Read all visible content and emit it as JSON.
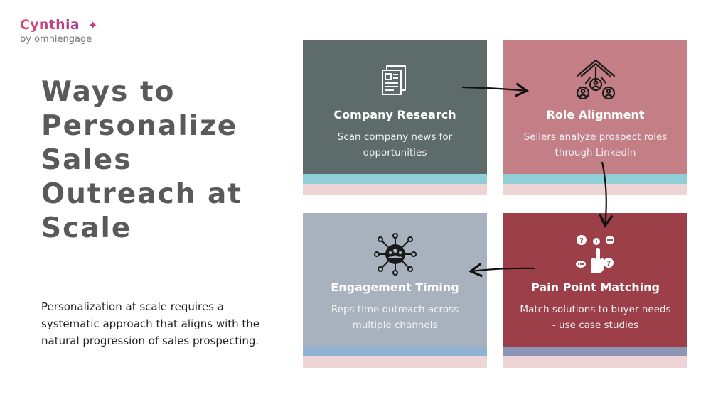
{
  "brand": {
    "name": "Cynthia",
    "sparkle": "✦",
    "tagline": "by omniengage"
  },
  "title_lines": [
    "Ways to",
    "Personalize",
    "Sales",
    "Outreach at",
    "Scale"
  ],
  "description": "Personalization at scale requires a systematic approach that aligns with the natural progression of sales prospecting.",
  "cards": [
    {
      "title": "Company Research",
      "text": "Scan company news for opportunities",
      "icon": "newspaper-icon",
      "colors": {
        "body": "#5d6b6a",
        "stripe": "#8ed0d6",
        "band": "#efd4d5"
      }
    },
    {
      "title": "Role Alignment",
      "text": "Sellers analyze prospect roles through LinkedIn",
      "icon": "org-hierarchy-icon",
      "colors": {
        "body": "#c47e86",
        "stripe": "#8ed0d6",
        "band": "#efd4d5"
      }
    },
    {
      "title": "Engagement Timing",
      "text": "Reps time outreach across multiple channels",
      "icon": "network-people-icon",
      "colors": {
        "body": "#a8b2be",
        "stripe": "#90b2d3",
        "band": "#efd4d5"
      }
    },
    {
      "title": "Pain Point Matching",
      "text": "Match solutions to buyer needs - use case studies",
      "icon": "hand-questions-icon",
      "colors": {
        "body": "#9c3f49",
        "stripe": "#8c96b4",
        "band": "#efd4d5"
      }
    }
  ]
}
